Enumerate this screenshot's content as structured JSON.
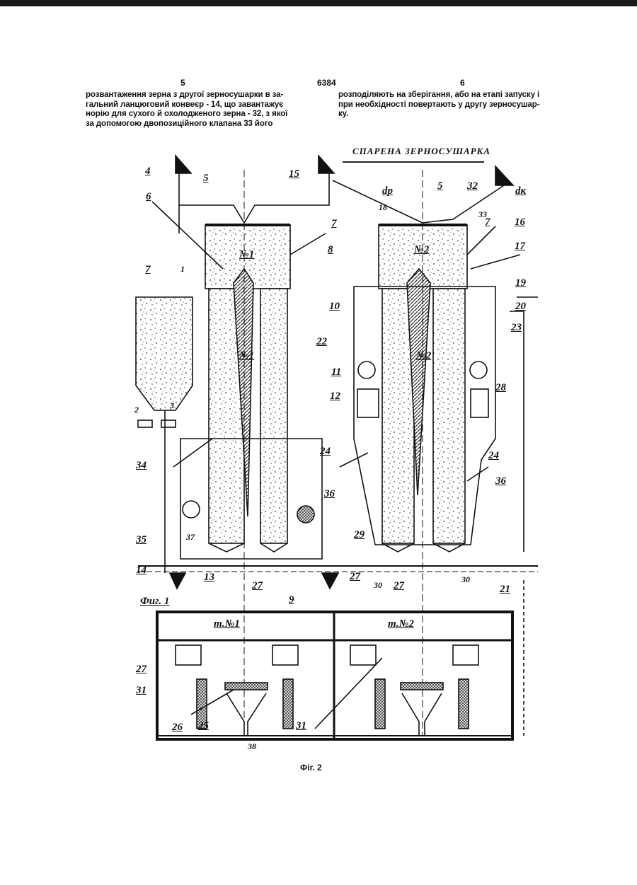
{
  "page": {
    "left_page_number": "5",
    "patent_number": "6384",
    "right_page_number": "6"
  },
  "left_column": {
    "lines": [
      "розвантаження зерна з другої зерносушарки в за-",
      "гальний ланцюговий конвеєр - 14, що завантажує",
      "норію для сухого й охолодженого зерна - 32, з якої",
      "за допомогою двопозиційного клапана 33 його"
    ]
  },
  "right_column": {
    "lines": [
      "розподіляють на зберігання, або на етапі запуску і",
      "при необхідності повертають у другу зерносушар-",
      "ку."
    ]
  },
  "drawing": {
    "title": "СПАРЕНА  ЗЕРНОСУШАРКА",
    "fig1_label": "Фиг. 1",
    "caption": "Фіг. 2",
    "labels": {
      "l4": "4",
      "l5a": "5",
      "l6": "6",
      "l15": "15",
      "l18": "18",
      "dp": "dp",
      "l5b": "5",
      "l32": "32",
      "l33": "33",
      "dk": "dк",
      "l16": "16",
      "l17": "17",
      "l7a": "7",
      "l7b": "7",
      "l7c": "7",
      "l8": "8",
      "n1a": "№1",
      "n2a": "№2",
      "l1": "1",
      "l19": "19",
      "l20": "20",
      "l10": "10",
      "l23": "23",
      "l22": "22",
      "n1b": "№1",
      "n2b": "№2",
      "l2": "2",
      "l3": "3",
      "l11": "11",
      "l12": "12",
      "l28": "28",
      "l34": "34",
      "l24a": "24",
      "l24b": "24",
      "l36a": "36",
      "l36b": "36",
      "l35": "35",
      "l37": "37",
      "l29": "29",
      "l14": "14",
      "l13": "13",
      "l27a": "27",
      "l27b": "27",
      "l27c": "27",
      "l30a": "30",
      "l30b": "30",
      "l21": "21",
      "l9": "9",
      "t1": "т.№1",
      "t2": "т.№2",
      "l27d": "27",
      "l31a": "31",
      "l26": "26",
      "l25": "25",
      "l31b": "31",
      "l38": "38"
    }
  }
}
